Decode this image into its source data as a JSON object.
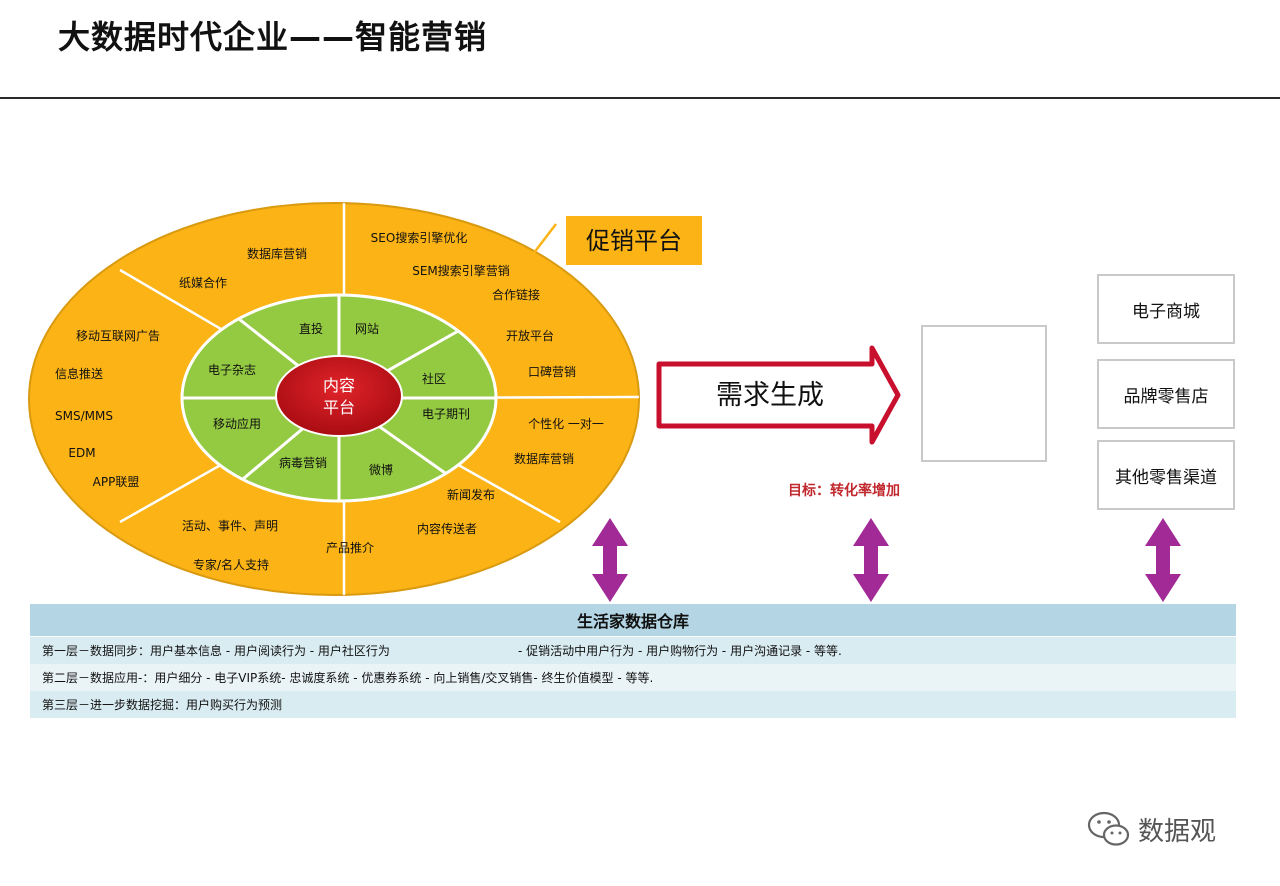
{
  "title": "大数据时代企业——智能营销",
  "promo_platform": "促销平台",
  "center_label_1": "内容",
  "center_label_2": "平台",
  "inner_ring": {
    "zhitou": "直投",
    "wangzhan": "网站",
    "shequ": "社区",
    "dianzi_qikan": "电子期刊",
    "weibo": "微博",
    "bingdu": "病毒营销",
    "yidong": "移动应用",
    "dianzi_zazhi": "电子杂志"
  },
  "outer_ring": {
    "shujuku_top": "数据库营销",
    "zhimei": "纸媒合作",
    "seo": "SEO搜索引擎优化",
    "sem": "SEM搜索引擎营销",
    "hezuo": "合作链接",
    "kaifang": "开放平台",
    "koubei": "口碑营销",
    "yidong_ad": "移动互联网广告",
    "xinxi": "信息推送",
    "sms": "SMS/MMS",
    "edm": "EDM",
    "app": "APP联盟",
    "gexinghua": "个性化  一对一",
    "shujuku_right": "数据库营销",
    "xinwen": "新闻发布",
    "neirong": "内容传送者",
    "huodong": "活动、事件、声明",
    "chanpin": "产品推介",
    "zhuanjia": "专家/名人支持"
  },
  "arrow_label": "需求生成",
  "goal": "目标：转化率增加",
  "channels": [
    "电子商城",
    "品牌零售店",
    "其他零售渠道"
  ],
  "warehouse": {
    "header": "生活家数据仓库",
    "row1_a": "第一层－数据同步：用户基本信息 - 用户阅读行为 - 用户社区行为",
    "row1_b": "- 促销活动中用户行为 - 用户购物行为 - 用户沟通记录 - 等等.",
    "row2": "第二层－数据应用-：用户细分 - 电子VIP系统- 忠诚度系统 - 优惠券系统 - 向上销售/交叉销售- 终生价值模型 - 等等.",
    "row3": "第三层－进一步数据挖掘：用户购买行为预测"
  },
  "watermark": "数据观",
  "colors": {
    "outer_ring": "#fbb316",
    "inner_ring": "#94c942",
    "center": "#c8101a",
    "arrow_border": "#c8102e",
    "goal_text": "#c0282d",
    "double_arrow": "#a22a96",
    "warehouse_header": "#b4d6e4"
  }
}
